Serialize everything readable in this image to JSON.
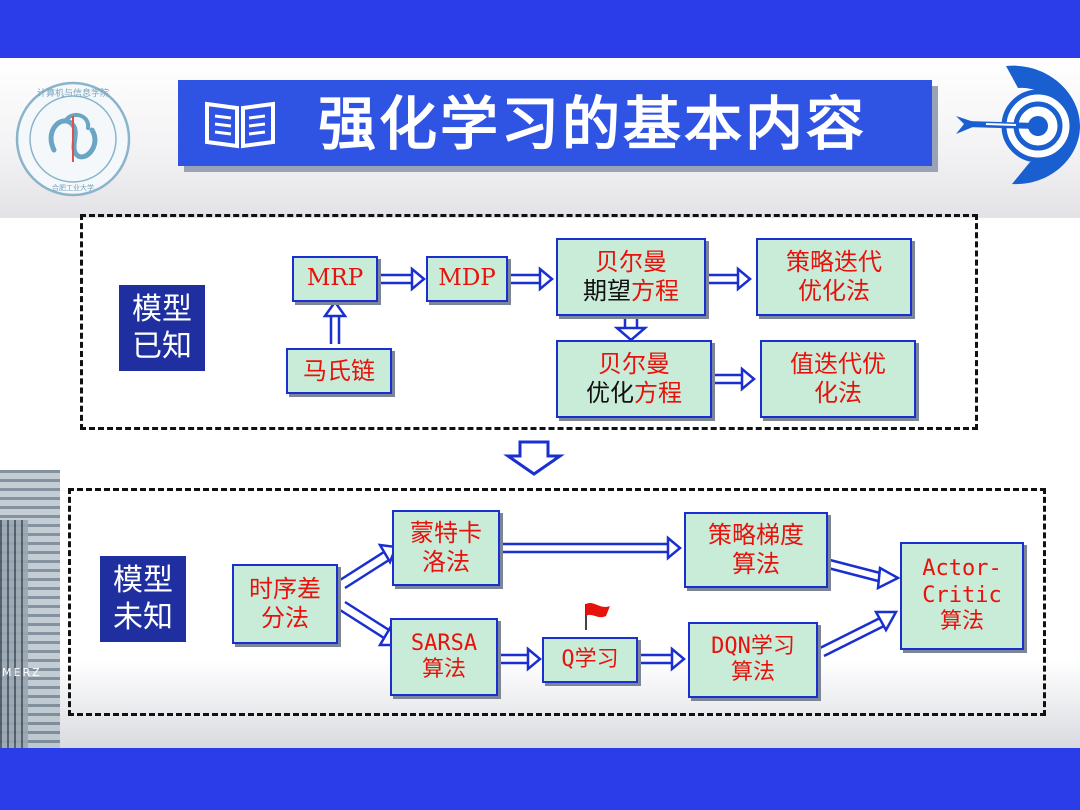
{
  "title": "强化学习的基本内容",
  "logo": {
    "top_text": "计算机与信息学院",
    "bottom_text": "合肥工业大学"
  },
  "icons": {
    "book": "open-book-icon",
    "target": "arrow-target-icon",
    "flag": "red-flag-icon"
  },
  "building_text": "MERZ",
  "colors": {
    "bar": "#2a3de8",
    "title_bg": "#2f53e3",
    "node_fill": "#c9ecd8",
    "node_border": "#1a2fd0",
    "node_text": "#e8120c",
    "label_bg": "#1f2fa0"
  },
  "known": {
    "label_line1": "模型",
    "label_line2": "已知",
    "mrp": "MRP",
    "mdp": "MDP",
    "markov": "马氏链",
    "bellman_exp_line1": "贝尔曼",
    "bellman_exp_line2a": "期望",
    "bellman_exp_line2b": "方程",
    "policy_iter_line1": "策略迭代",
    "policy_iter_line2": "优化法",
    "bellman_opt_line1": "贝尔曼",
    "bellman_opt_line2a": "优化",
    "bellman_opt_line2b": "方程",
    "value_iter_line1": "值迭代优",
    "value_iter_line2": "化法"
  },
  "unknown": {
    "label_line1": "模型",
    "label_line2": "未知",
    "td_line1": "时序差",
    "td_line2": "分法",
    "mc_line1": "蒙特卡",
    "mc_line2": "洛法",
    "sarsa_line1": "SARSA",
    "sarsa_line2": "算法",
    "q": "Q学习",
    "pg_line1": "策略梯度",
    "pg_line2": "算法",
    "dqn_line1": "DQN学习",
    "dqn_line2": "算法",
    "ac_line1": "Actor-",
    "ac_line2": "Critic",
    "ac_line3": "算法"
  }
}
